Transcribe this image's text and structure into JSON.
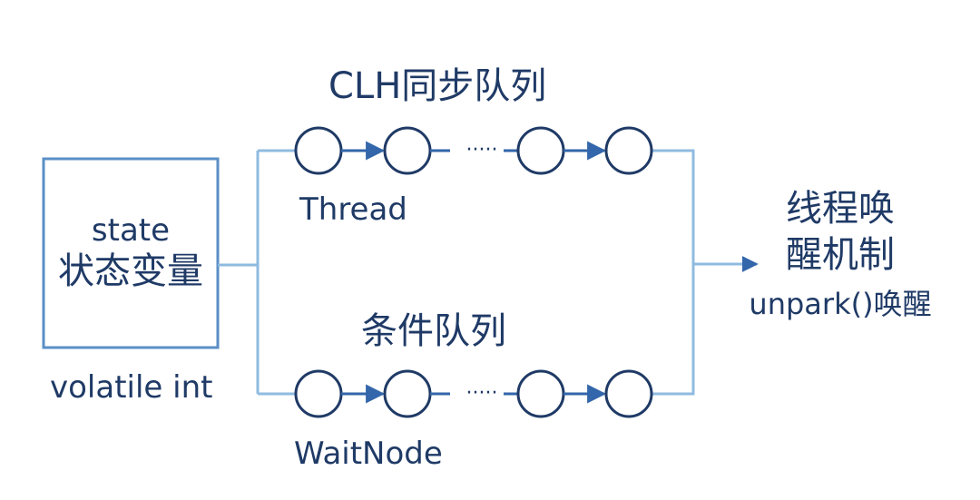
{
  "state_box": {
    "name": "state",
    "label_cn": "状态变量",
    "type": "volatile int"
  },
  "clh_queue": {
    "title": "CLH同步队列",
    "node_label": "Thread",
    "ellipsis": "·····"
  },
  "condition_queue": {
    "title": "条件队列",
    "node_label": "WaitNode",
    "ellipsis": "·····"
  },
  "wake_mechanism": {
    "line1": "线程唤",
    "line2": "醒机制",
    "method": "unpark()唤醒"
  },
  "colors": {
    "node_stroke": "#1f3a66",
    "connector": "#8fbbe0",
    "arrow": "#3366aa",
    "box_stroke": "#5a8fc6",
    "text": "#1f3a66"
  }
}
